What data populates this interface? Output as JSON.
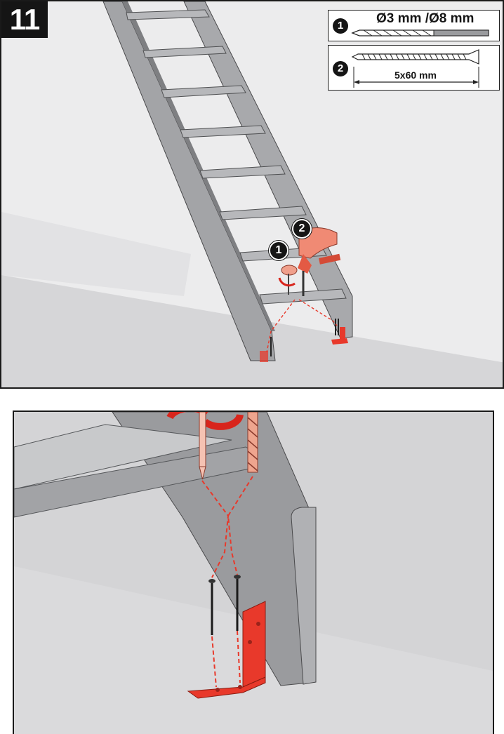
{
  "step": {
    "number": "11"
  },
  "legend": {
    "drill_bit": {
      "marker": "1",
      "sizes": "Ø3 mm /Ø8 mm"
    },
    "screw": {
      "marker": "2",
      "size": "5x60 mm"
    }
  },
  "callouts": {
    "drill_bit": "1",
    "screw": "2"
  },
  "colors": {
    "accent": "#e8392b",
    "frame": "#1a1a1a",
    "stair": "#9fa0a3"
  }
}
